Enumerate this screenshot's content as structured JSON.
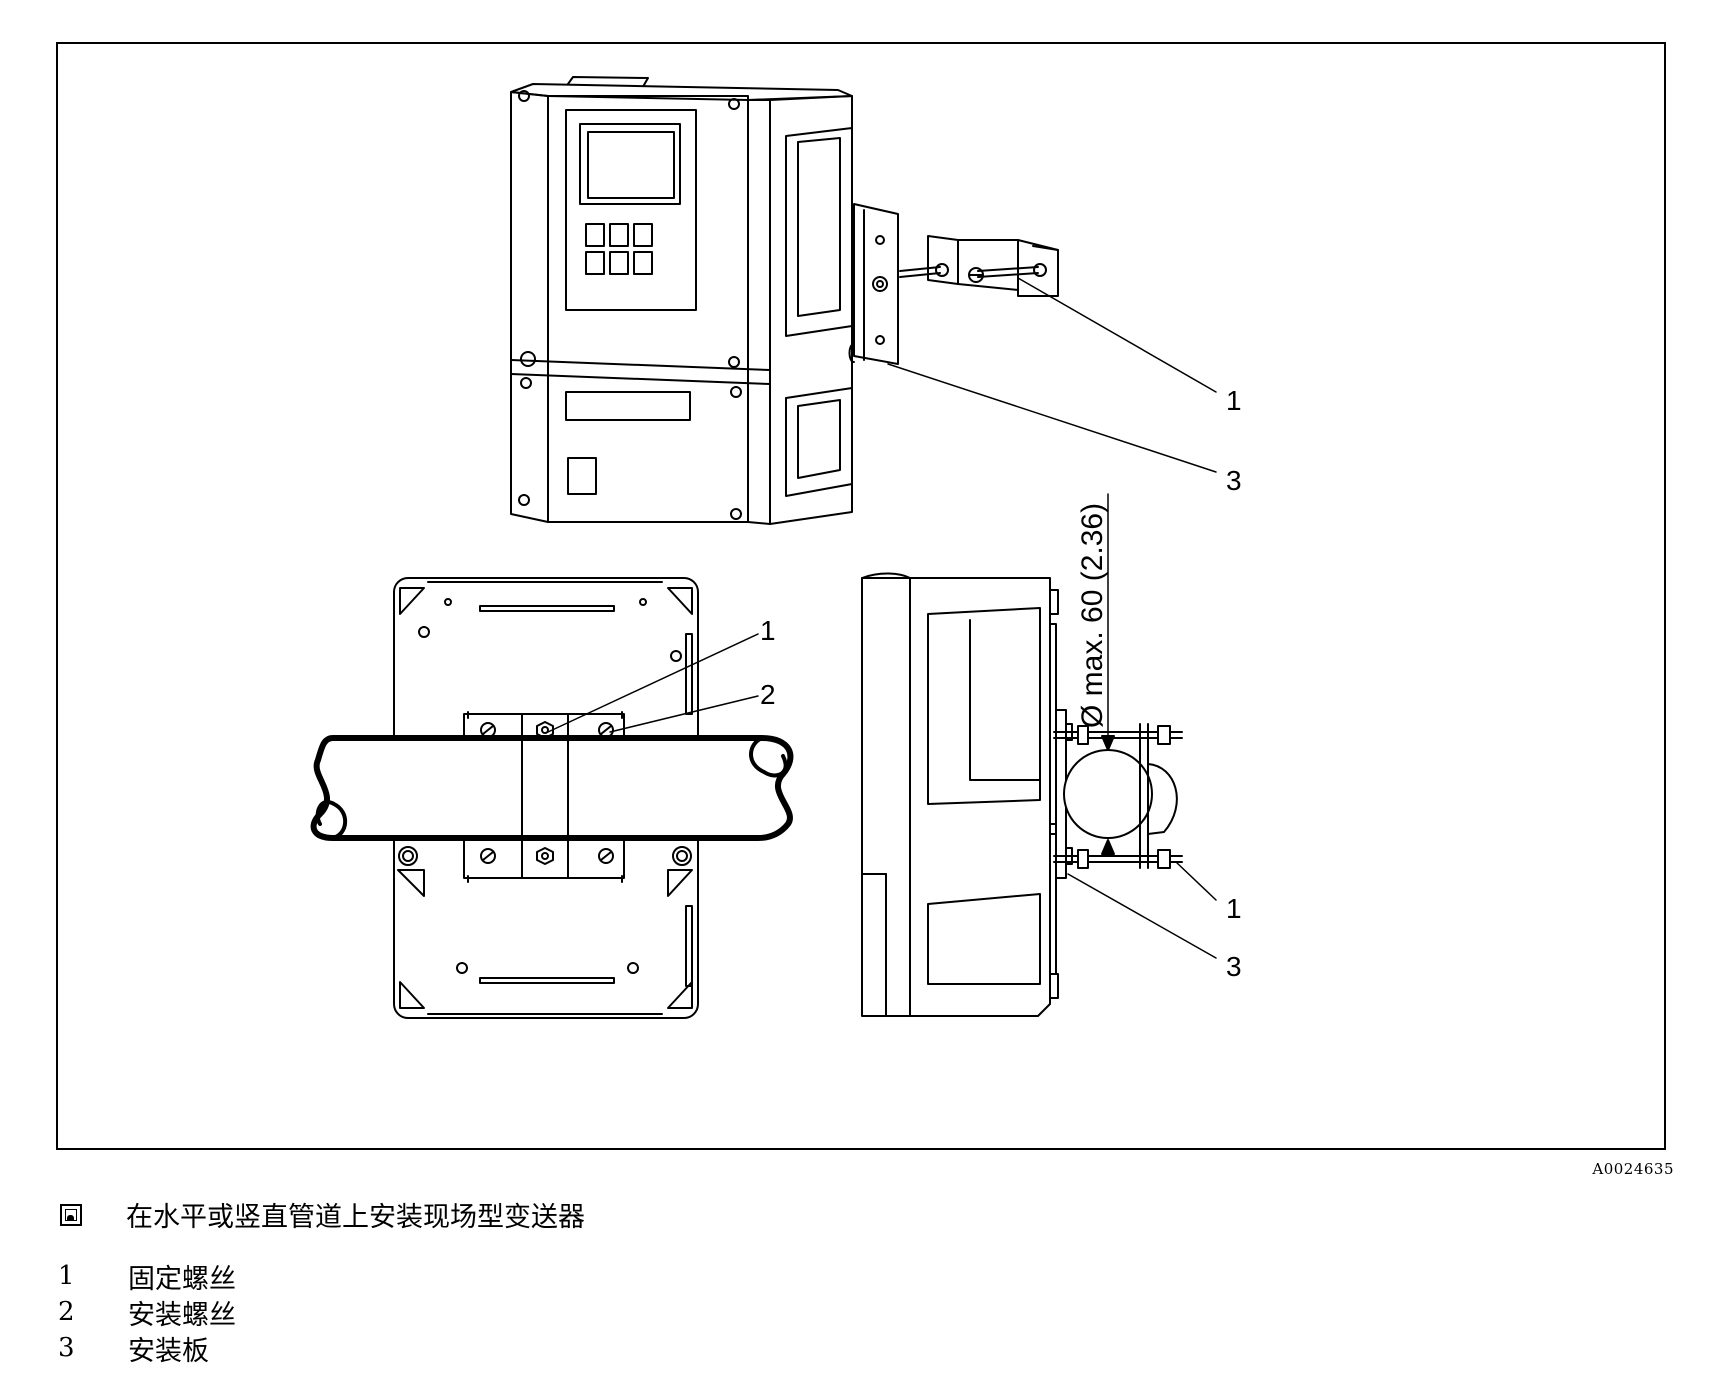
{
  "figure_id": "A0024635",
  "caption": "在水平或竖直管道上安装现场型变送器",
  "caption_icon": "figure-icon",
  "dimension_label": "Ø max. 60 (2.36)",
  "callouts": {
    "iso_1": "1",
    "iso_3": "3",
    "front_1": "1",
    "front_2": "2",
    "side_1": "1",
    "side_3": "3"
  },
  "legend": [
    {
      "number": "1",
      "text": "固定螺丝"
    },
    {
      "number": "2",
      "text": "安装螺丝"
    },
    {
      "number": "3",
      "text": "安装板"
    }
  ]
}
